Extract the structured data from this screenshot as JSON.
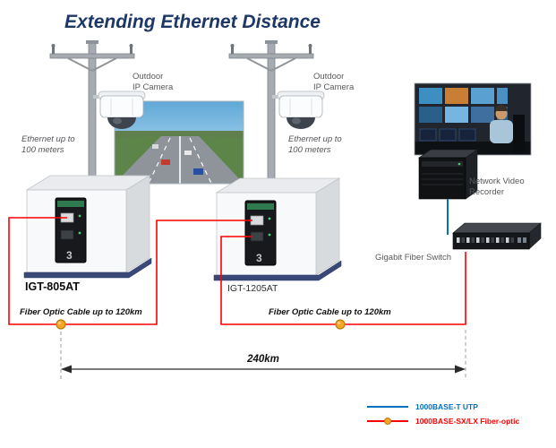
{
  "title": "Extending Ethernet Distance",
  "labels": {
    "camera1": "Outdoor\nIP Camera",
    "camera2": "Outdoor\nIP Camera",
    "ethernet1": "Ethernet up to\n100 meters",
    "ethernet2": "Ethernet up to\n100 meters",
    "converter1": "IGT-805AT",
    "converter2": "IGT-1205AT",
    "nvr": "Network Video\nRecorder",
    "switch": "Gigabit Fiber Switch",
    "fiber_run1": "Fiber Optic Cable up to 120km",
    "fiber_run2": "Fiber Optic Cable up to 120km",
    "total_distance": "240km",
    "device_mark1": "3",
    "device_mark2": "3"
  },
  "legend": {
    "utp": {
      "label": "1000BASE-T UTP",
      "color": "#0070C0"
    },
    "fiber": {
      "label": "1000BASE-SX/LX Fiber-optic",
      "color": "#FF0000"
    }
  },
  "colors": {
    "title_text": "#1d3767",
    "fiber_line": "#FF0000",
    "utp_line": "#0070C0",
    "splice_dot": "#F5A623",
    "label_text": "#58595b",
    "cabinet_base": "#3a4878"
  }
}
